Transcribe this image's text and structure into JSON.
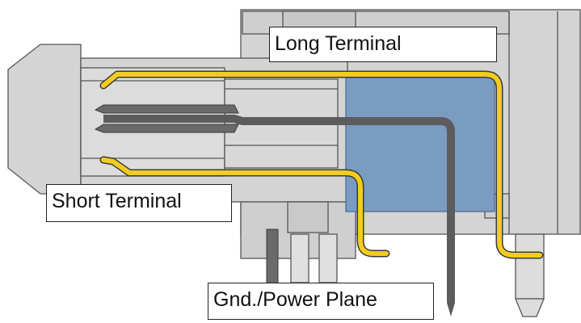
{
  "labels": {
    "long_terminal": "Long Terminal",
    "short_terminal": "Short Terminal",
    "gnd_power_plane": "Gnd./Power Plane"
  },
  "colors": {
    "housing": "#d4d4d4",
    "housing_dark": "#bdbdbd",
    "outline": "#555555",
    "insert": "#7b9cc1",
    "terminal": "#f3cc1e",
    "plane_pin": "#6a6a6a"
  }
}
